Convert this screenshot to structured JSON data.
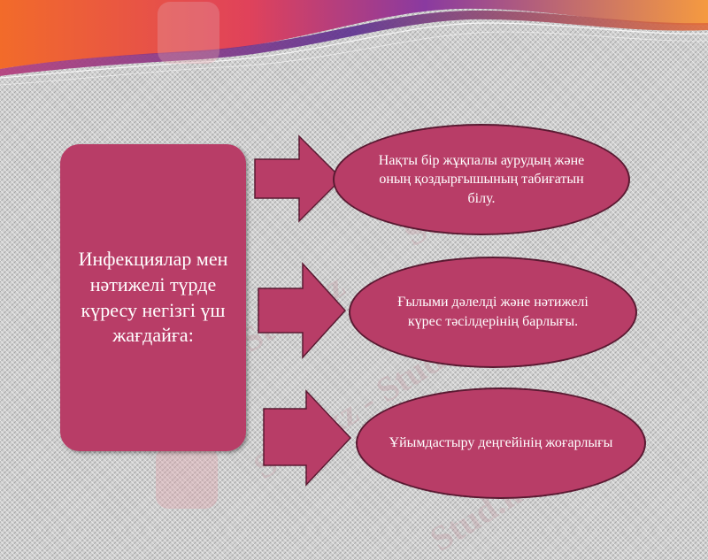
{
  "main_box": {
    "text": "Инфекциялар мен нәтижелі түрде күресу негізгі үш жағдайға:"
  },
  "items": [
    {
      "text": "Нақты бір жұқпалы аурудың және оның қоздырғышының табиғатын білу."
    },
    {
      "text": "Ғылыми дәлелді және нәтижелі күрес тәсілдерінің барлығы."
    },
    {
      "text": "Ұйымдастыру деңгейінің жоғарлығы"
    }
  ],
  "watermarks": [
    "Stud.kz",
    "Stud.kz",
    "Stud.kz - Stud.kz",
    "Stud.kz"
  ],
  "colors": {
    "accent": "#b83d67",
    "banner_orange": "#f08a3c",
    "banner_purple": "#6a2e8c"
  }
}
